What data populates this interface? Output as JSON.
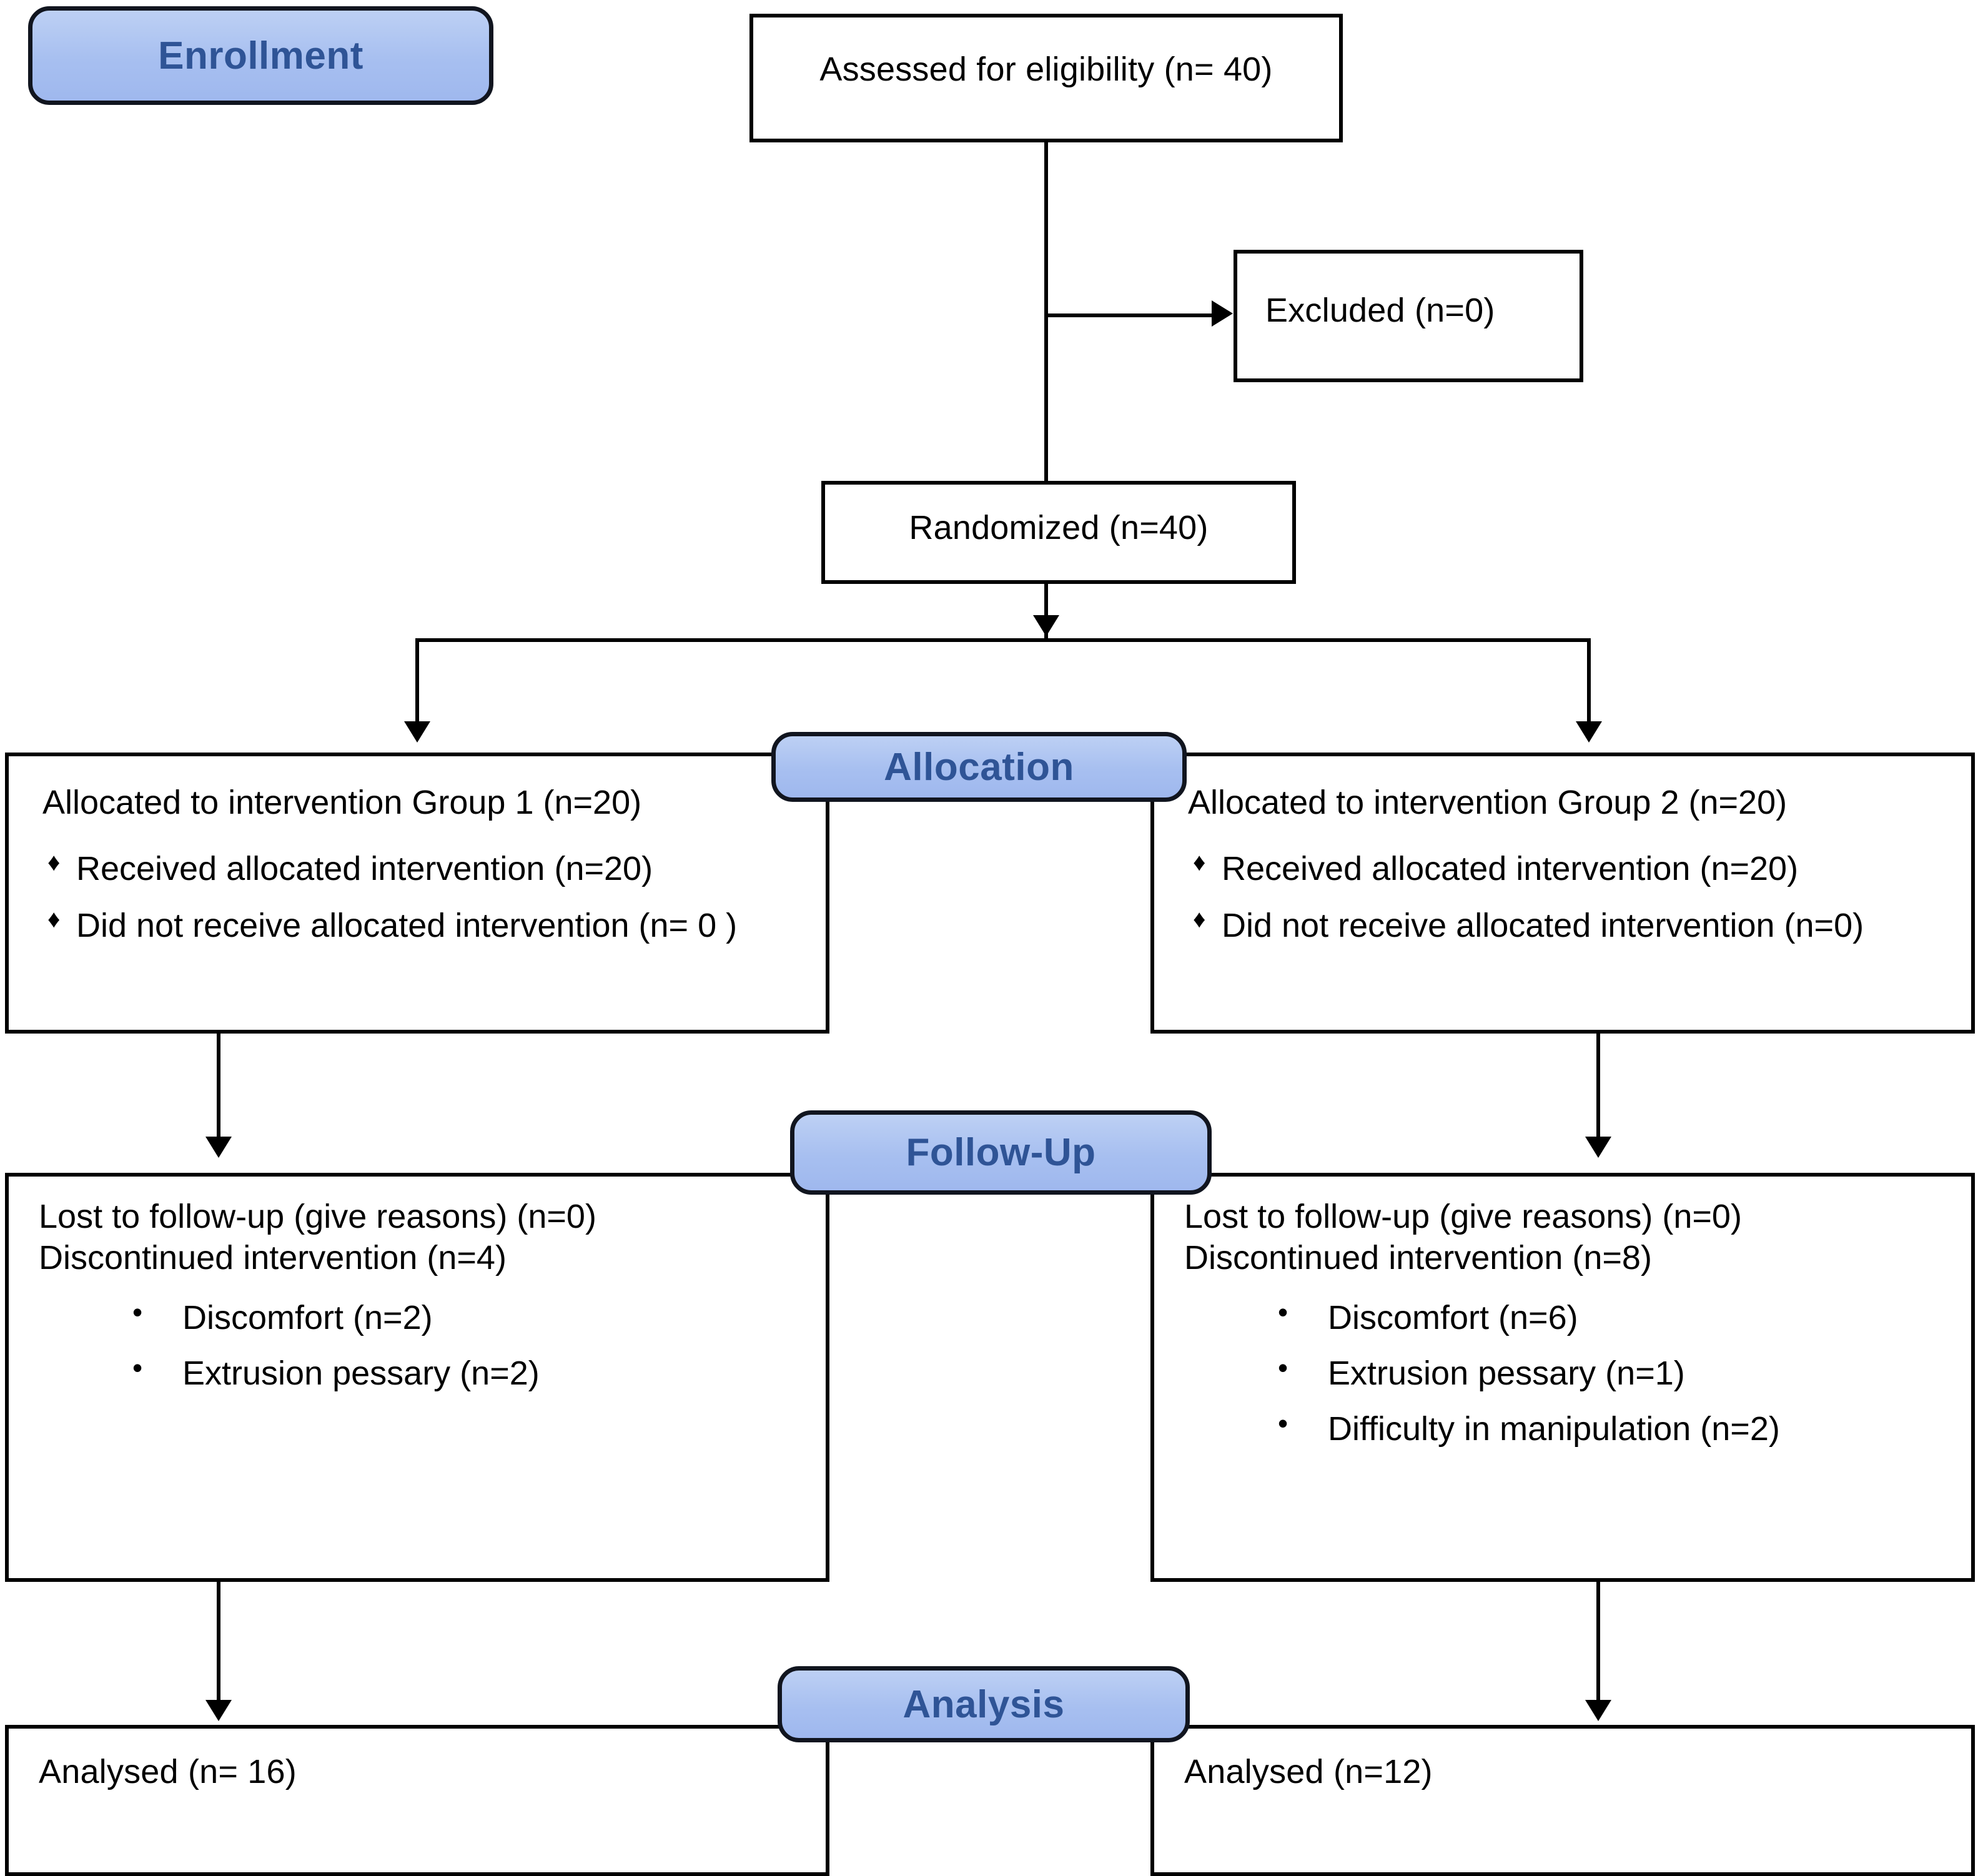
{
  "diagram": {
    "type": "consort-flow-diagram",
    "stages": [
      {
        "key": "enrollment",
        "label": "Enrollment"
      },
      {
        "key": "allocation",
        "label": "Allocation"
      },
      {
        "key": "followup",
        "label": "Follow-Up"
      },
      {
        "key": "analysis",
        "label": "Analysis"
      }
    ],
    "colors": {
      "badge_fill": "#a7bff0",
      "badge_border": "#11151f",
      "badge_text": "#2f5496",
      "box_border": "#000000",
      "box_fill": "#ffffff",
      "connector": "#000000"
    },
    "bullets": {
      "diamond": "♦",
      "round": "•"
    }
  },
  "enrollment": {
    "assessed": {
      "text": "Assessed for eligibility (n= 40)"
    },
    "excluded": {
      "text": "Excluded (n=0)"
    },
    "randomized": {
      "text": "Randomized (n=40)"
    }
  },
  "allocation": {
    "left": {
      "lead": "Allocated to intervention Group 1 (n=20)",
      "items": [
        "Received allocated intervention (n=20)",
        "Did not receive allocated intervention (n= 0 )"
      ]
    },
    "right": {
      "lead": "Allocated to intervention Group 2 (n=20)",
      "items": [
        "Received allocated intervention (n=20)",
        "Did not receive allocated intervention (n=0)"
      ]
    }
  },
  "followup": {
    "left": {
      "lead1": "Lost to follow-up (give reasons) (n=0)",
      "lead2": "Discontinued intervention (n=4)",
      "reasons": [
        "Discomfort (n=2)",
        "Extrusion pessary (n=2)"
      ]
    },
    "right": {
      "lead1": "Lost to follow-up (give reasons) (n=0)",
      "lead2": "Discontinued intervention (n=8)",
      "reasons": [
        "Discomfort (n=6)",
        "Extrusion pessary (n=1)",
        "Difficulty in manipulation (n=2)"
      ]
    }
  },
  "analysis": {
    "left": {
      "text": "Analysed (n= 16)"
    },
    "right": {
      "text": "Analysed (n=12)"
    }
  }
}
